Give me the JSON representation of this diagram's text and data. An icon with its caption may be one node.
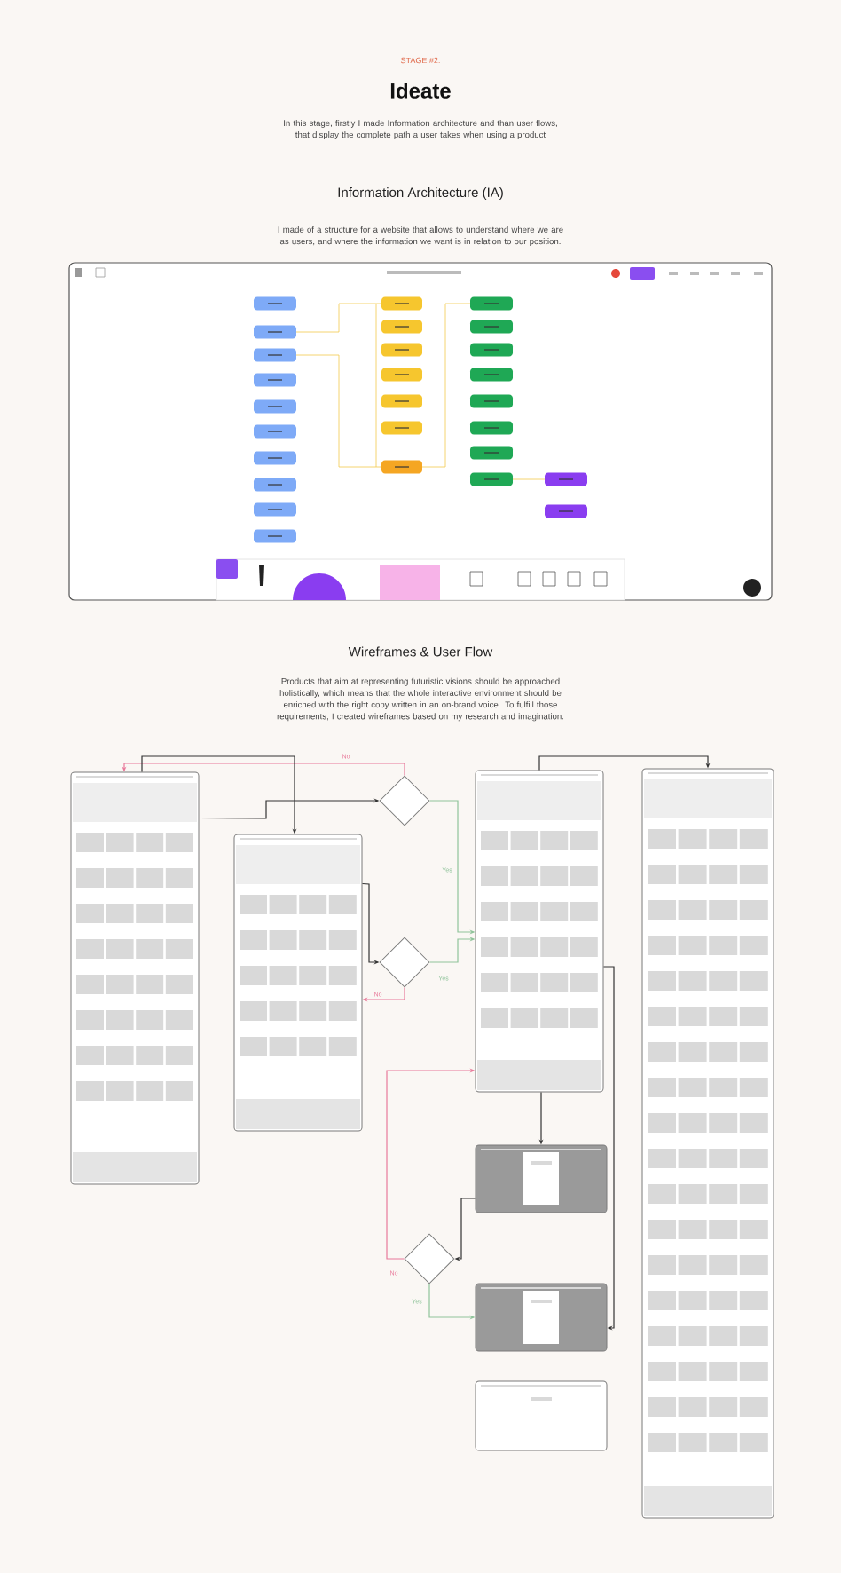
{
  "diagram": {
    "title": "Ideate",
    "nodes": [
      {
        "text": [],
        "shape": "picture"
      },
      {
        "text": [],
        "shape": "picture"
      },
      {
        "text": [],
        "shape": "diamond"
      },
      {
        "text": [],
        "shape": "diamond"
      },
      {
        "text": [],
        "shape": "picture"
      },
      {
        "text": [],
        "shape": "picture"
      },
      {
        "text": [],
        "shape": "picture"
      },
      {
        "text": [],
        "shape": "diamond"
      },
      {
        "text": [],
        "shape": "picture"
      },
      {
        "text": [],
        "shape": "picture"
      }
    ],
    "edges": [
      {
        "from": 2,
        "to": 0,
        "arrow": "to",
        "label": "No",
        "color": "#e8799a"
      },
      {
        "from": 0,
        "to": 1,
        "arrow": "to"
      },
      {
        "from": 0,
        "to": 2,
        "arrow": "to"
      },
      {
        "from": 2,
        "to": 4,
        "arrow": "to",
        "label": "Yes",
        "color": "#8fc39a"
      },
      {
        "from": 1,
        "to": 3,
        "arrow": "to"
      },
      {
        "from": 3,
        "to": 1,
        "arrow": "to",
        "label": "No",
        "color": "#e8799a"
      },
      {
        "from": 3,
        "to": 4,
        "arrow": "to",
        "label": "Yes",
        "color": "#8fc39a"
      },
      {
        "from": 4,
        "to": 6,
        "arrow": "to"
      },
      {
        "from": 7,
        "to": 4,
        "arrow": "to",
        "label": "No",
        "color": "#e8799a"
      },
      {
        "from": 6,
        "to": 7,
        "arrow": "to"
      },
      {
        "from": 7,
        "to": 8,
        "arrow": "to",
        "label": "Yes",
        "color": "#8fc39a"
      },
      {
        "from": 4,
        "to": 5,
        "arrow": "to"
      },
      {
        "from": 4,
        "to": 8,
        "arrow": "to"
      }
    ],
    "labels": [
      "STAGE #2.",
      "In this stage, firstly I made Information architecture and than user flows, that display the complete path a user takes when using a product",
      "Information Architecture (IA)",
      "I made of a structure for a website that allows to understand where we are as users, and where the information we want is in relation to our position.",
      "Wireframes & User Flow",
      "Products that aim at representing futuristic visions should be approached holistically, which means that the whole interactive environment should be enriched with the right copy written in an on-brand voice. To fulfill those requirements, I created wireframes based on my research and imagination."
    ]
  }
}
